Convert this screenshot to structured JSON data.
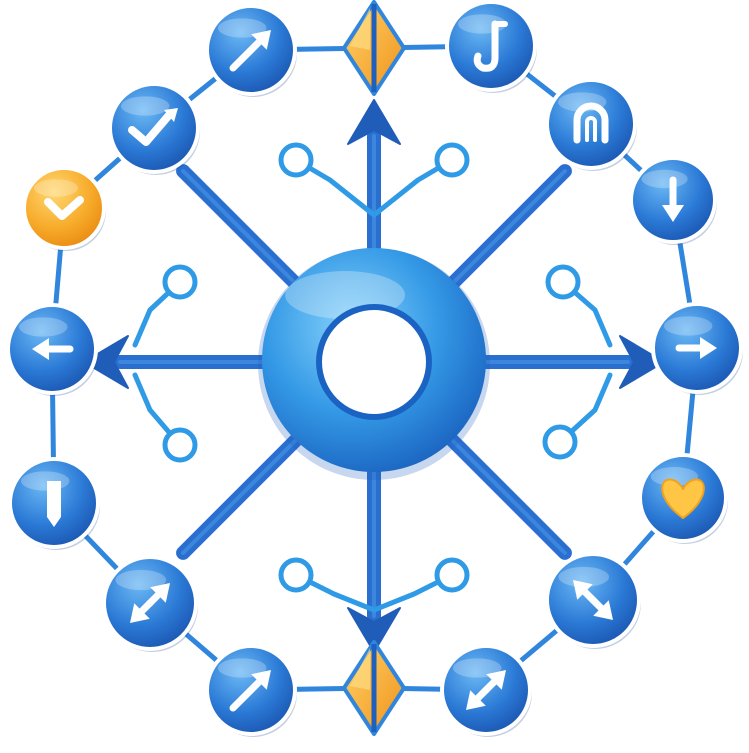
{
  "colors": {
    "ring_line": "#2f86dc",
    "spoke": "#2a6fd0",
    "spoke_dark": "#1f5db8",
    "hub_light": "#6cc2f5",
    "hub_mid": "#2e8fe2",
    "hub_dark": "#1c68c4",
    "badge_light": "#5aa9f0",
    "badge_dark": "#1d5fbf",
    "badge_border": "#ffffff",
    "orange_light": "#ffc54a",
    "orange_dark": "#f0961a",
    "circuit": "#2f9ae6",
    "glyph": "#ffffff"
  },
  "diagram": {
    "hub": {
      "kind": "ring-hub"
    },
    "spokes": [
      {
        "name": "spoke-up",
        "dir": "up",
        "arrowhead": true,
        "circuit": true
      },
      {
        "name": "spoke-down",
        "dir": "down",
        "arrowhead": true,
        "circuit": true
      },
      {
        "name": "spoke-left",
        "dir": "left",
        "arrowhead": true,
        "circuit": true
      },
      {
        "name": "spoke-right",
        "dir": "right",
        "arrowhead": true,
        "circuit": true
      },
      {
        "name": "spoke-up-left",
        "dir": "up-left",
        "arrowhead": false,
        "circuit": false
      },
      {
        "name": "spoke-up-right",
        "dir": "up-right",
        "arrowhead": false,
        "circuit": false
      },
      {
        "name": "spoke-down-left",
        "dir": "down-left",
        "arrowhead": false,
        "circuit": false
      },
      {
        "name": "spoke-down-right",
        "dir": "down-right",
        "arrowhead": false,
        "circuit": false
      }
    ],
    "nodes": [
      {
        "name": "diamond-node-top",
        "shape": "diamond",
        "color": "orange",
        "icon": "diamond-icon"
      },
      {
        "name": "music-note-node",
        "shape": "circle",
        "color": "blue",
        "icon": "music-note-icon"
      },
      {
        "name": "u-turn-node",
        "shape": "circle",
        "color": "blue",
        "icon": "u-turn-icon"
      },
      {
        "name": "arrow-down-node",
        "shape": "circle",
        "color": "blue",
        "icon": "arrow-down-icon"
      },
      {
        "name": "arrow-right-node",
        "shape": "circle",
        "color": "blue",
        "icon": "arrow-right-icon"
      },
      {
        "name": "heart-node",
        "shape": "circle",
        "color": "blue",
        "icon": "heart-icon"
      },
      {
        "name": "diagonal-down-right-node",
        "shape": "circle",
        "color": "blue",
        "icon": "diagonal-arrow-down-right-icon"
      },
      {
        "name": "diagonal-up-right-node-bottom-right",
        "shape": "circle",
        "color": "blue",
        "icon": "diagonal-arrow-up-right-icon"
      },
      {
        "name": "diamond-node-bottom",
        "shape": "diamond",
        "color": "orange",
        "icon": "diamond-icon"
      },
      {
        "name": "arrow-up-right-node-bottom-left",
        "shape": "circle",
        "color": "blue",
        "icon": "arrow-up-right-icon"
      },
      {
        "name": "diagonal-node-left-lower",
        "shape": "circle",
        "color": "blue",
        "icon": "diagonal-arrow-up-right-icon"
      },
      {
        "name": "vertical-bar-node",
        "shape": "circle",
        "color": "blue",
        "icon": "vertical-bar-icon"
      },
      {
        "name": "arrow-left-node",
        "shape": "circle",
        "color": "blue",
        "icon": "arrow-left-icon"
      },
      {
        "name": "check-node-orange",
        "shape": "circle",
        "color": "orange",
        "icon": "chevron-down-icon"
      },
      {
        "name": "check-node-blue",
        "shape": "circle",
        "color": "blue",
        "icon": "checkmark-icon"
      },
      {
        "name": "arrow-up-right-node-top",
        "shape": "circle",
        "color": "blue",
        "icon": "arrow-up-right-icon"
      }
    ]
  }
}
